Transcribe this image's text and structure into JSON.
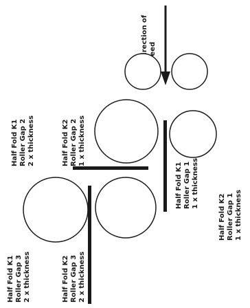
{
  "direction_label": {
    "line1": "Direction of",
    "line2": "Feed"
  },
  "labels": {
    "k1_gap2": {
      "line1": "Half Fold K1",
      "line2": "Roller Gap 2",
      "line3": "2 x thickness"
    },
    "k2_gap2": {
      "line1": "Half Fold K2",
      "line2": "Roller Gap 2",
      "line3": "1 x thickness"
    },
    "k1_gap1": {
      "line1": "Half Fold K1",
      "line2": "Roller Gap 1",
      "line3": "1 x thickness"
    },
    "k2_gap1": {
      "line1": "Half Fold K2",
      "line2": "Roller Gap 1",
      "line3": "1 x thickness"
    },
    "k1_gap3": {
      "line1": "Half Fold K1",
      "line2": "Roller Gap 3",
      "line3": "2 x thickness"
    },
    "k2_gap3": {
      "line1": "Half Fold K2",
      "line2": "Roller Gap 3",
      "line3": "2 x thickness"
    }
  },
  "colors": {
    "stroke": "#1a1a1a",
    "background": "#ffffff"
  }
}
